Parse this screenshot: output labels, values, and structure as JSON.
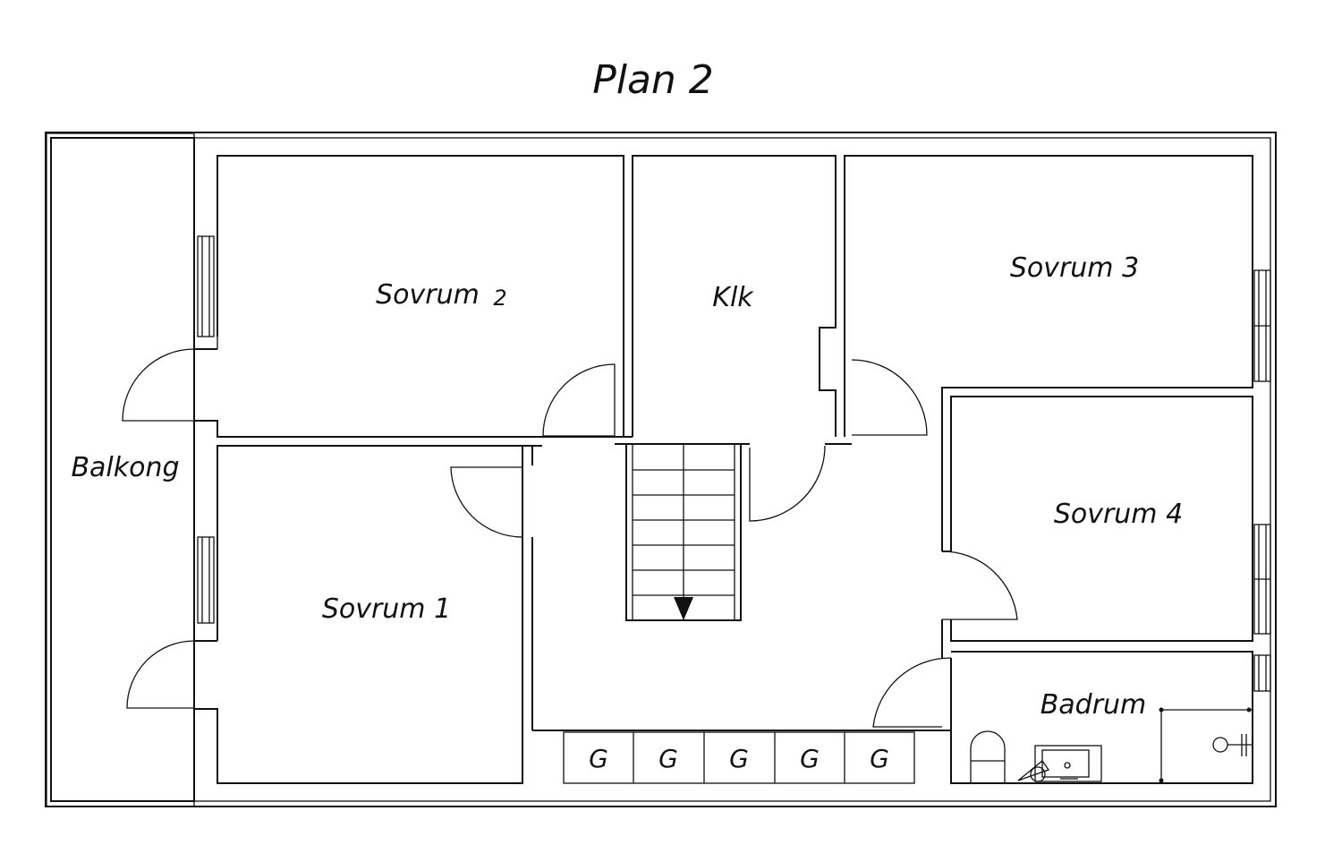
{
  "title": "Plan 2",
  "rooms": {
    "balcony": "Balkong",
    "bedroom1": "Sovrum 1",
    "bedroom2": "Sovrum",
    "bedroom2_num": "2",
    "closet": "Klk",
    "bedroom3": "Sovrum 3",
    "bedroom4": "Sovrum 4",
    "bathroom": "Badrum"
  },
  "wardrobes": [
    "G",
    "G",
    "G",
    "G",
    "G"
  ]
}
